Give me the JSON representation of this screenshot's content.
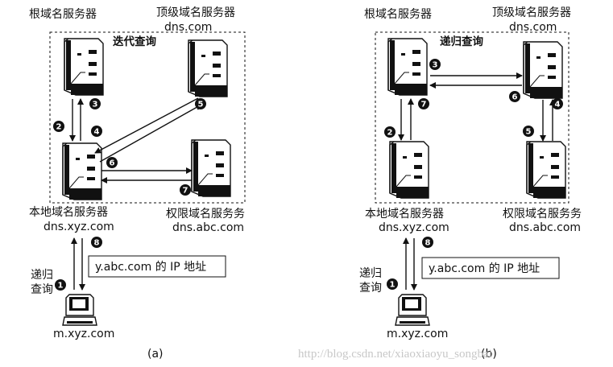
{
  "diagram_a": {
    "caption": "(a)",
    "title": "迭代查询",
    "root_server": "根域名服务器",
    "tld_server": "顶级域名服务器",
    "tld_domain": "dns.com",
    "local_server": "本地域名服务器",
    "local_domain": "dns.xyz.com",
    "auth_server": "权限域名服务务",
    "auth_domain": "dns.abc.com",
    "client": "m.xyz.com",
    "client_query": "递归\n查询",
    "question": "y.abc.com 的 IP 地址",
    "steps": [
      "1",
      "2",
      "3",
      "4",
      "5",
      "6",
      "7",
      "8"
    ]
  },
  "diagram_b": {
    "caption": "(b)",
    "title": "递归查询",
    "root_server": "根域名服务器",
    "tld_server": "顶级域名服务器",
    "tld_domain": "dns.com",
    "local_server": "本地域名服务器",
    "local_domain": "dns.xyz.com",
    "auth_server": "权限域名服务务",
    "auth_domain": "dns.abc.com",
    "client": "m.xyz.com",
    "client_query": "递归\n查询",
    "question": "y.abc.com 的 IP 地址",
    "steps": [
      "1",
      "2",
      "3",
      "4",
      "5",
      "6",
      "7",
      "8"
    ]
  },
  "watermark": "http://blog.csdn.net/xiaoxiaoyu_songbai"
}
